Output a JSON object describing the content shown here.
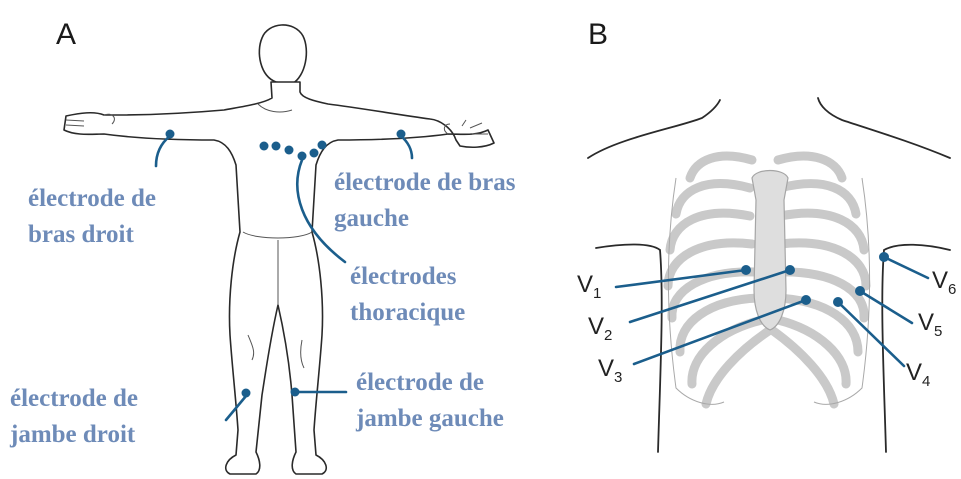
{
  "panels": {
    "a": {
      "letter": "A",
      "labels": {
        "right_arm": [
          "électrode de",
          "bras droit"
        ],
        "left_arm": [
          "électrode de bras",
          "gauche"
        ],
        "thoracic": [
          "électrodes",
          "thoracique"
        ],
        "right_leg": [
          "électrode de",
          "jambe droit"
        ],
        "left_leg": [
          "électrode de",
          "jambe gauche"
        ]
      }
    },
    "b": {
      "letter": "B",
      "leads": [
        {
          "main": "V",
          "sub": "1"
        },
        {
          "main": "V",
          "sub": "2"
        },
        {
          "main": "V",
          "sub": "3"
        },
        {
          "main": "V",
          "sub": "4"
        },
        {
          "main": "V",
          "sub": "5"
        },
        {
          "main": "V",
          "sub": "6"
        }
      ]
    }
  },
  "colors": {
    "label_text": "#6e8bb8",
    "electrode": "#1b5e8c",
    "outline": "#2a2a2a",
    "rib": "#c9c9c9"
  }
}
